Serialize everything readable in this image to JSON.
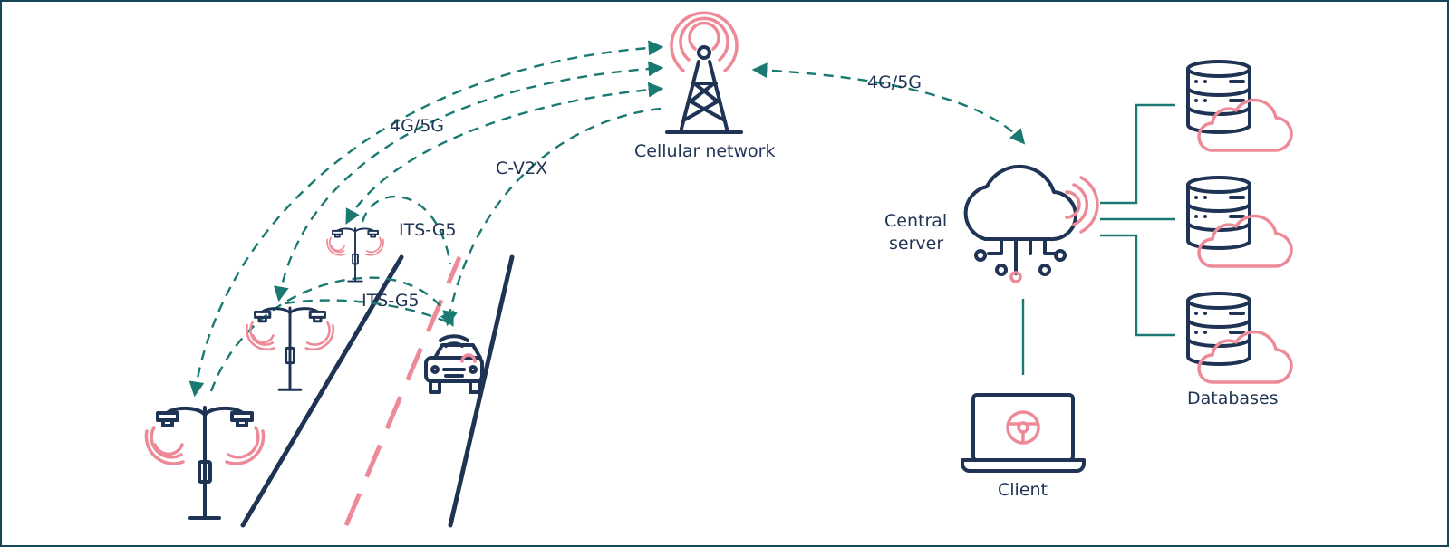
{
  "labels": {
    "cellular_network": "Cellular network",
    "central_server_line1": "Central",
    "central_server_line2": "server",
    "client": "Client",
    "databases": "Databases",
    "link_4g5g_left": "4G/5G",
    "link_4g5g_right": "4G/5G",
    "link_cv2x": "C-V2X",
    "link_itsg5_top": "ITS-G5",
    "link_itsg5_mid": "ITS-G5"
  },
  "colors": {
    "navy": "#1f3454",
    "pink": "#ee8a98",
    "teal": "#1a7a72",
    "border": "#15465a"
  },
  "icons": [
    "street-lamp-icon",
    "car-icon",
    "cell-tower-icon",
    "cloud-server-icon",
    "laptop-icon",
    "database-icon",
    "cloud-icon",
    "steering-wheel-icon"
  ]
}
